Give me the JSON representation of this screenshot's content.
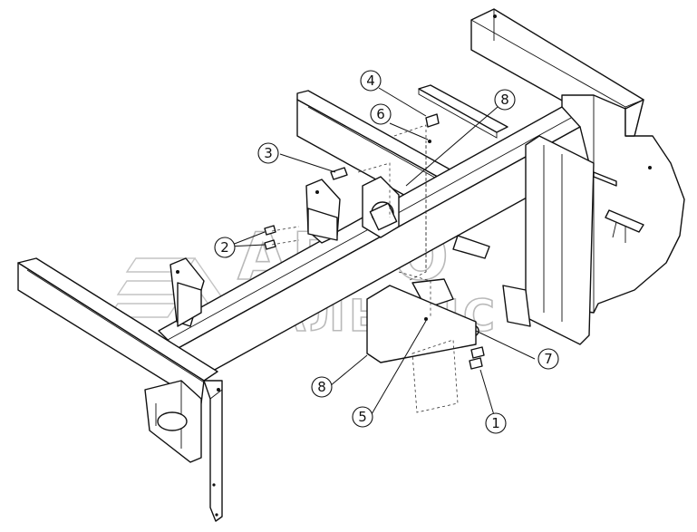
{
  "watermark": {
    "line1": "АВТО",
    "line2": "АЛЬЯНС"
  },
  "callouts": [
    {
      "id": "c1",
      "label": "1"
    },
    {
      "id": "c2",
      "label": "2"
    },
    {
      "id": "c3",
      "label": "3"
    },
    {
      "id": "c4",
      "label": "4"
    },
    {
      "id": "c5",
      "label": "5"
    },
    {
      "id": "c6",
      "label": "6"
    },
    {
      "id": "c7",
      "label": "7"
    },
    {
      "id": "c8a",
      "label": "8"
    },
    {
      "id": "c8b",
      "label": "8"
    }
  ]
}
